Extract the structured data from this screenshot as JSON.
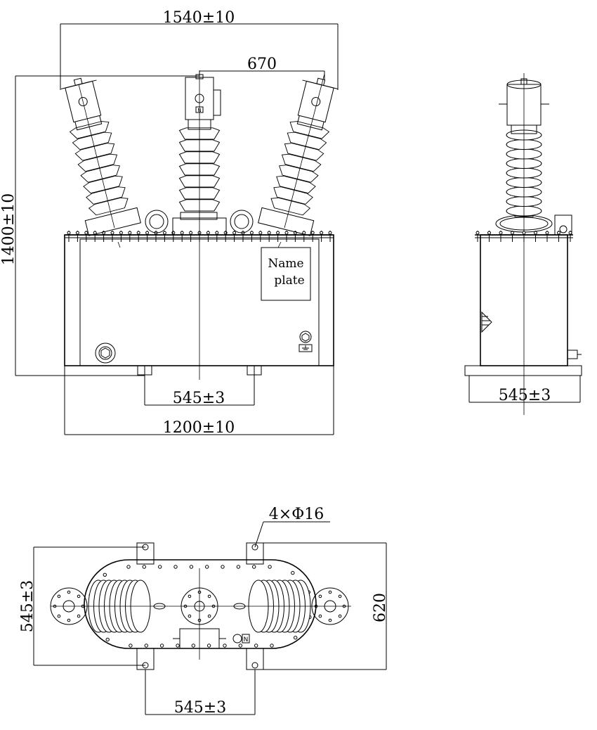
{
  "front_view": {
    "dim_total_width": "1540±10",
    "dim_center_spacing": "670",
    "dim_height": "1400±10",
    "dim_base_width": "1200±10",
    "dim_foot_spacing": "545±3",
    "nameplate_line1": "Name",
    "nameplate_line2": "plate"
  },
  "side_view": {
    "dim_foot_spacing": "545±3"
  },
  "top_view": {
    "dim_holes": "4×Φ16",
    "dim_depth": "620",
    "dim_left_spacing": "545±3",
    "dim_bottom_spacing": "545±3",
    "marker_label": "N"
  }
}
